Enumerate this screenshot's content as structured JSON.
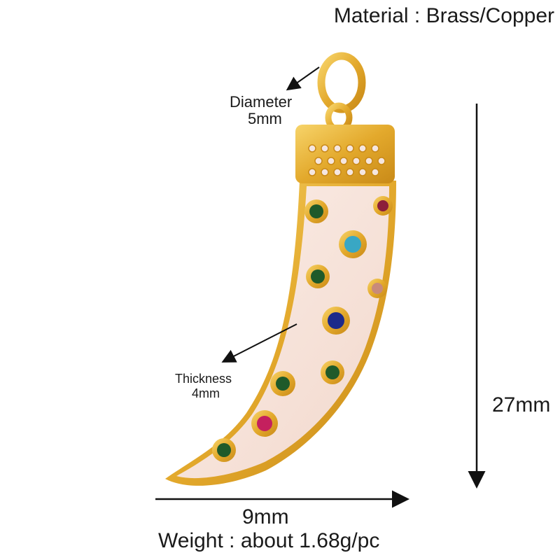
{
  "product": {
    "material": "Material : Brass/Copper",
    "diameter_label": "Diameter",
    "diameter_value": "5mm",
    "thickness_label": "Thickness",
    "thickness_value": "4mm",
    "length_value": "27mm",
    "width_value": "9mm",
    "weight": "Weight : about 1.68g/pc"
  },
  "colors": {
    "gold": "#e8b63a",
    "enamel": "#f7e4dc",
    "gem_green": "#1f5a2a",
    "gem_turquoise": "#39a7c4",
    "gem_blue": "#1c2a8a",
    "gem_pink": "#c4205e",
    "gem_ruby": "#8c1f3a",
    "gem_champagne": "#c88a7a"
  }
}
